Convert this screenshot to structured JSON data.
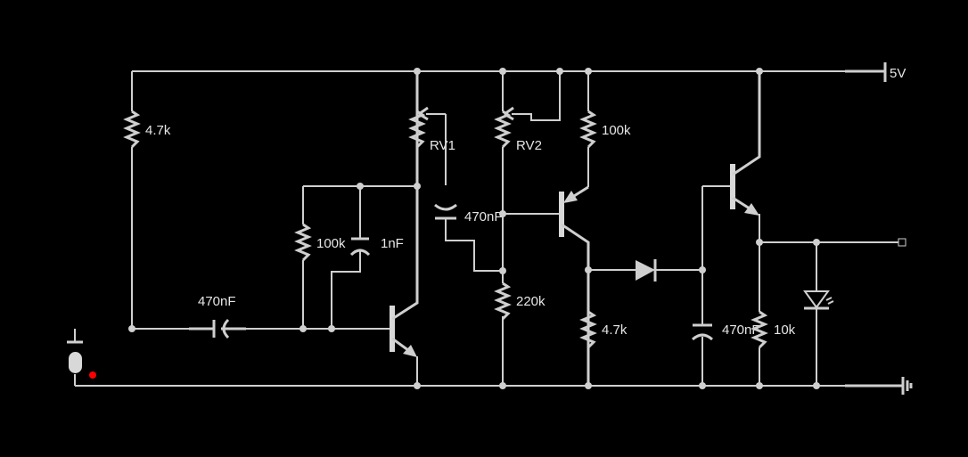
{
  "labels": {
    "r_bias": "4.7k",
    "c_in": "470nF",
    "r_fb": "100k",
    "c_fb": "1nF",
    "rv1": "RV1",
    "rv2": "RV2",
    "c_couple": "470nF",
    "r_220": "220k",
    "r_q2e": "100k",
    "r_q2c": "4.7k",
    "c_filter": "470nF",
    "r_out": "10k",
    "supply": "5V"
  },
  "colors": {
    "background": "#000000",
    "wire": "#cfcfcf",
    "probe": "#ff0000"
  }
}
